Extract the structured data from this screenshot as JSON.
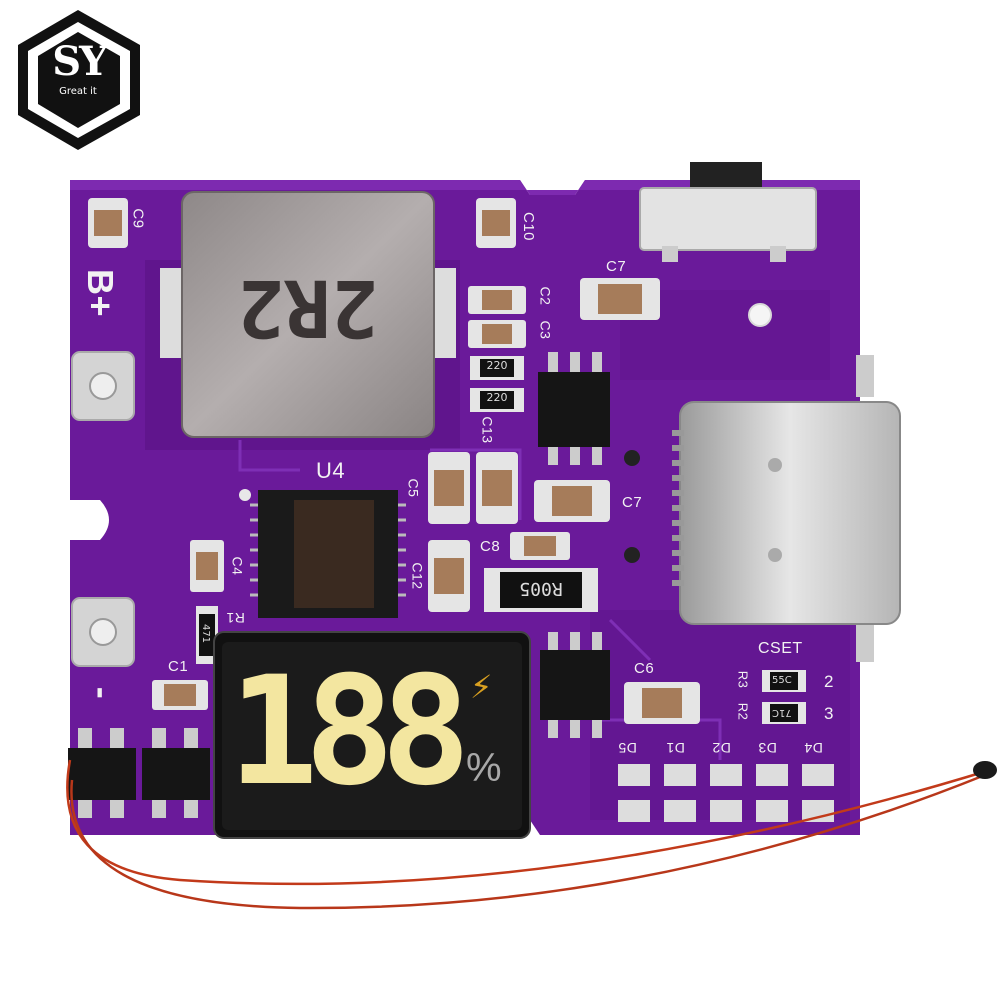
{
  "logo": {
    "letters": "SY",
    "tagline": "Great it"
  },
  "colors": {
    "pcb": "#6a1a9a",
    "pcb_dark": "#4e0f74",
    "silk": "#f2f2f2",
    "display_segment": "#f3e6a0",
    "wire": "#c23a1a"
  },
  "board": {
    "pin_labels": {
      "b_plus": "B+",
      "b_minus": "-"
    },
    "inductor_marking": "2R2",
    "chip_label": "U4",
    "resistor_marking": "R005",
    "small_resistor_markings": [
      "220",
      "220"
    ],
    "sense_resistor_marking": "471",
    "cset": {
      "title": "CSET",
      "r_labels": [
        "R3",
        "R2"
      ],
      "codes": [
        "55C",
        "71C"
      ],
      "values": [
        "2",
        "3"
      ]
    },
    "cap_labels": [
      "C9",
      "C10",
      "C7",
      "C2",
      "C3",
      "C13",
      "C7",
      "C8",
      "C5",
      "C12",
      "C4",
      "C1",
      "C6"
    ],
    "led_labels": [
      "D5",
      "D1",
      "D2",
      "D3",
      "D4"
    ],
    "resistor_label": "R1"
  },
  "display": {
    "digits": "188",
    "unit": "%",
    "icon": "lightning-bolt-icon"
  }
}
